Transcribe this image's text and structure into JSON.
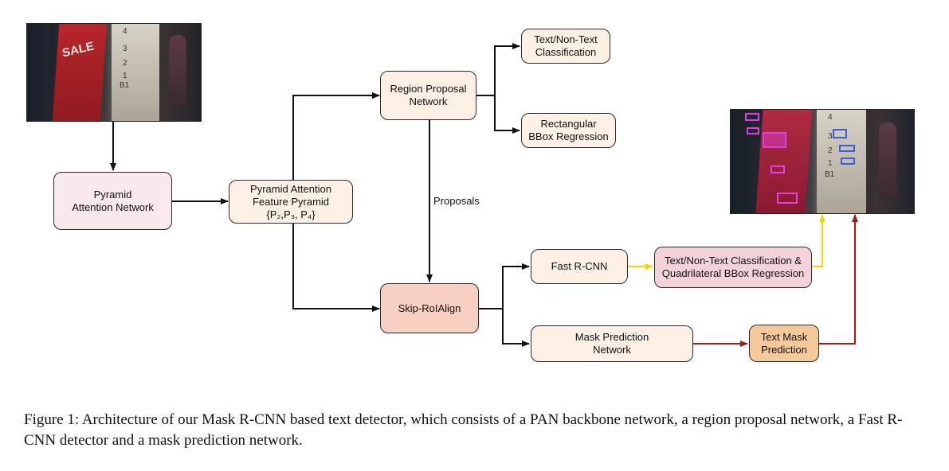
{
  "nodes": {
    "pan": "Pyramid\nAttention Network",
    "feature_pyramid": "Pyramid Attention\nFeature Pyramid\n{P₂,P₃, P₄}",
    "rpn": "Region Proposal\nNetwork",
    "text_nontext": "Text/Non-Text\nClassification",
    "rect_bbox": "Rectangular\nBBox Regression",
    "skip_roialign": "Skip-RoIAlign",
    "fast_rcnn": "Fast R-CNN",
    "quad_bbox": "Text/Non-Text Classification &\nQuadrilateral BBox Regression",
    "mask_net": "Mask Prediction\nNetwork",
    "text_mask": "Text Mask\nPrediction"
  },
  "edge_labels": {
    "proposals": "Proposals"
  },
  "photo_input": {
    "sign_text": "SALE",
    "floors": [
      "4",
      "3",
      "2",
      "1",
      "B1"
    ]
  },
  "photo_output": {
    "floors": [
      "4",
      "3",
      "2",
      "1",
      "B1"
    ]
  },
  "colors": {
    "arrow_default": "#111111",
    "arrow_yellow": "#f2d800",
    "arrow_red": "#b01515",
    "detection_box": "#e040e0"
  },
  "caption": "Figure 1: Architecture of our Mask R-CNN based text detector, which consists of a PAN backbone network, a region proposal network, a Fast R-CNN detector and a mask prediction network."
}
